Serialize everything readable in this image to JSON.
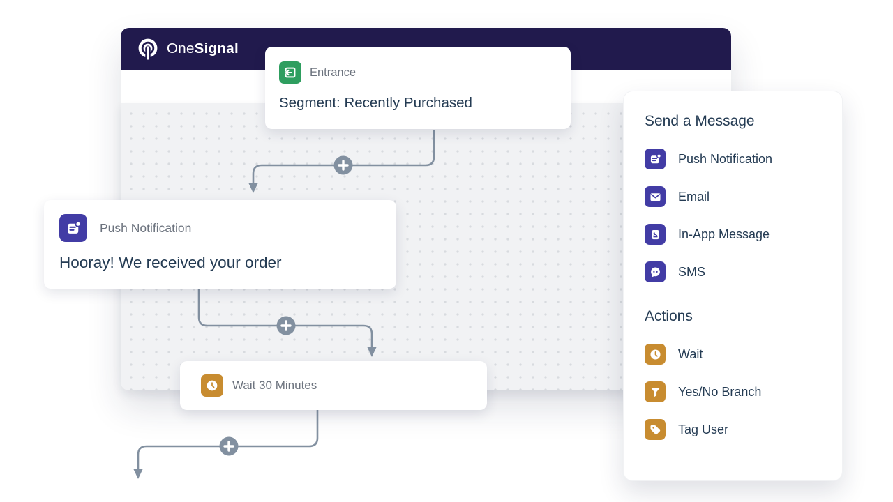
{
  "brand": {
    "one": "One",
    "signal": "Signal"
  },
  "colors": {
    "header_bg": "#211A4D",
    "indigo": "#423CA5",
    "green": "#2E9E5F",
    "orange": "#C88C30",
    "connector_gray": "#8290A0",
    "text_dark": "#243B53",
    "text_muted": "#6C737E",
    "canvas_bg": "#f1f2f4"
  },
  "nodes": {
    "entrance": {
      "type_label": "Entrance",
      "title": "Segment: Recently Purchased",
      "icon": "entrance-icon"
    },
    "push": {
      "type_label": "Push Notification",
      "title": "Hooray! We received your order",
      "icon": "push-notification-icon"
    },
    "wait": {
      "label": "Wait 30 Minutes",
      "icon": "wait-clock-icon"
    }
  },
  "connectors": {
    "add_step_buttons": 3,
    "icon": "plus-icon"
  },
  "panel": {
    "sections": [
      {
        "title": "Send a Message",
        "items": [
          {
            "label": "Push Notification",
            "icon": "push-notification-icon",
            "color": "#423CA5"
          },
          {
            "label": "Email",
            "icon": "email-icon",
            "color": "#423CA5"
          },
          {
            "label": "In-App Message",
            "icon": "in-app-message-icon",
            "color": "#423CA5"
          },
          {
            "label": "SMS",
            "icon": "sms-icon",
            "color": "#423CA5"
          }
        ]
      },
      {
        "title": "Actions",
        "items": [
          {
            "label": "Wait",
            "icon": "wait-clock-icon",
            "color": "#C88C30"
          },
          {
            "label": "Yes/No Branch",
            "icon": "yes-no-branch-icon",
            "color": "#C88C30"
          },
          {
            "label": "Tag User",
            "icon": "tag-user-icon",
            "color": "#C88C30"
          }
        ]
      }
    ]
  }
}
